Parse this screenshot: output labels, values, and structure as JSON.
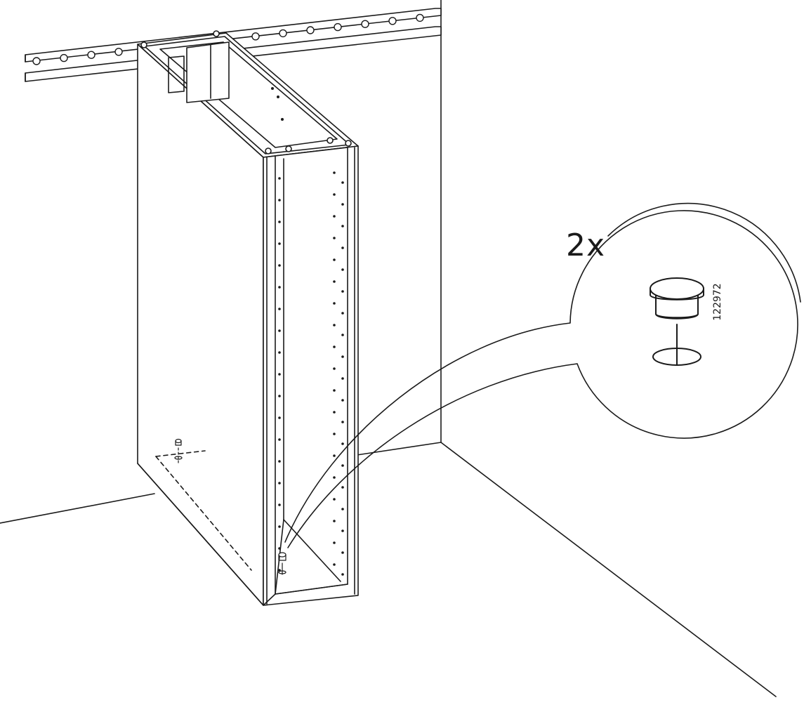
{
  "callout": {
    "quantity": "2x",
    "part_number": "122972"
  },
  "icons": {
    "wall": "wall-rail-scene",
    "cabinet": "cabinet-frame-icon",
    "cap": "cover-cap-icon",
    "hole": "hole-icon"
  },
  "colors": {
    "line": "#1a1a1a",
    "fill": "#ffffff"
  }
}
